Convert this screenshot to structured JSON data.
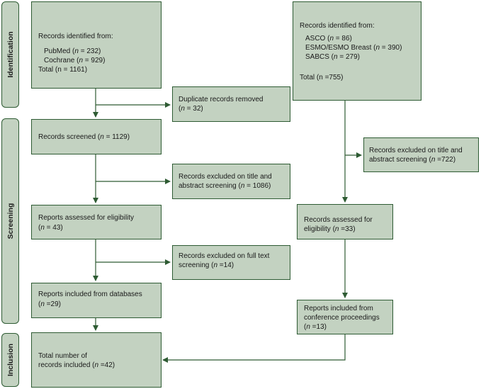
{
  "phases": {
    "identification": "Identification",
    "screening": "Screening",
    "inclusion": "Inclusion"
  },
  "db_identified": {
    "title": "Records identified from:",
    "pubmed_label": "PubMed (",
    "pubmed_n": "n",
    "pubmed_val": " = 232)",
    "cochrane_label": "Cochrane (",
    "cochrane_n": "n",
    "cochrane_val": " = 929)",
    "total": "Total (n = 1161)"
  },
  "conf_identified": {
    "title": "Records identified from:",
    "asco_label": "ASCO (",
    "asco_n": "n",
    "asco_val": " = 86)",
    "esmo_label": "ESMO/ESMO Breast (",
    "esmo_n": "n",
    "esmo_val": " = 390)",
    "sabcs_label": "SABCS (",
    "sabcs_n": "n",
    "sabcs_val": " = 279)",
    "total": "Total (n =755)"
  },
  "duplicates": {
    "line1": "Duplicate records removed",
    "n": "n",
    "val": " = 32)"
  },
  "screened": {
    "label": "Records screened (",
    "n": "n",
    "val": " = 1129)"
  },
  "excluded_title_db": {
    "line1": "Records excluded on title and",
    "line2_label": "abstract screening (",
    "n": "n",
    "val": " = 1086)"
  },
  "assessed_db": {
    "line1": "Reports assessed for eligibility",
    "n": "n",
    "val": " = 43)"
  },
  "excluded_fulltext": {
    "line1": "Records excluded on full text",
    "line2_label": "screening (",
    "n": "n",
    "val": " =14)"
  },
  "included_db": {
    "line1": "Reports included from databases",
    "n": "n",
    "val": " =29)"
  },
  "excluded_title_conf": {
    "line1": "Records excluded on title and",
    "line2_label": "abstract screening (",
    "n": "n",
    "val": " =722)"
  },
  "assessed_conf": {
    "line1": "Records assessed for",
    "line2_label": "eligibility (",
    "n": "n",
    "val": " =33)"
  },
  "included_conf": {
    "line1": "Reports included from",
    "line2_label": "conference proceedings",
    "line3_label": "(",
    "n": "n",
    "val": " =13)"
  },
  "total_included": {
    "line1": "Total number of",
    "line2_label": "records included (",
    "n": "n",
    "val": " =42)"
  }
}
